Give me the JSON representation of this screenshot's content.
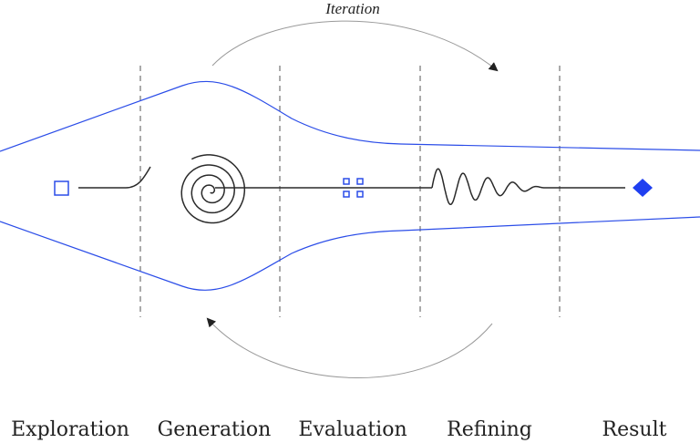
{
  "title": "",
  "iteration_label": "Iteration",
  "stages": [
    {
      "label": "Exploration"
    },
    {
      "label": "Generation"
    },
    {
      "label": "Evaluation"
    },
    {
      "label": "Refining"
    },
    {
      "label": "Result"
    }
  ],
  "colors": {
    "accent": "#2b4de8",
    "line": "#2a2a2a",
    "arrow": "#9a9a9a",
    "divider": "#555555"
  },
  "icons": {
    "start": "hollow-square-icon",
    "evaluation": "four-squares-icon",
    "end": "filled-diamond-icon"
  }
}
